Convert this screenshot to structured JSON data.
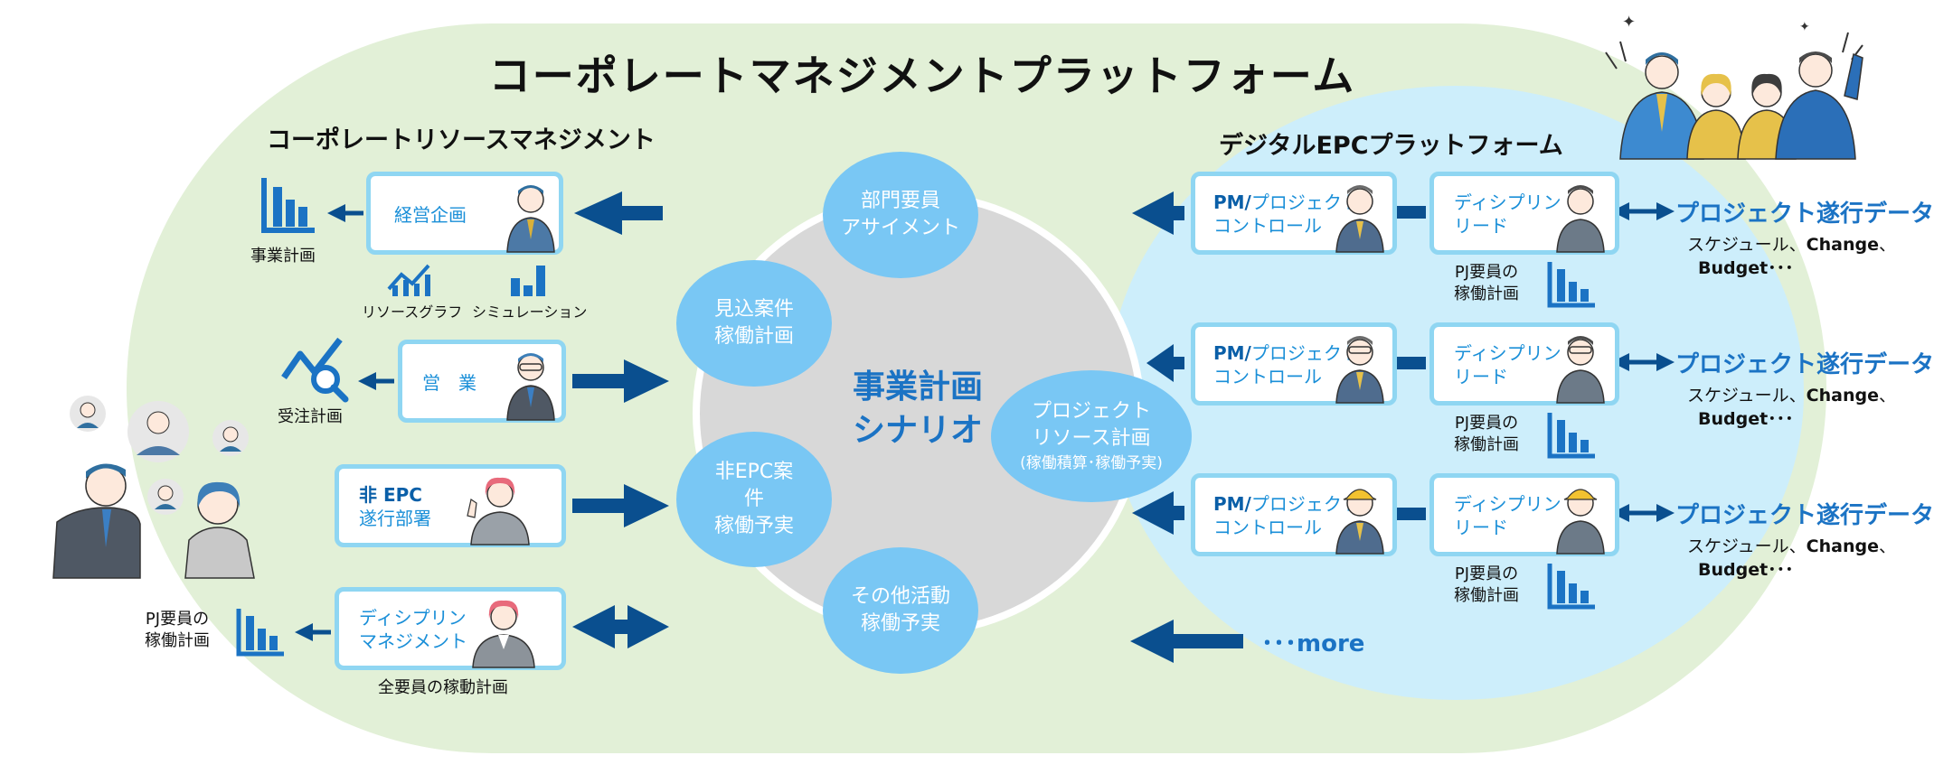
{
  "title": "コーポレートマネジメントプラットフォーム",
  "left_section": {
    "title": "コーポレートリソースマネジメント"
  },
  "right_section": {
    "title": "デジタルEPCプラットフォーム"
  },
  "center": {
    "line1": "事業計画",
    "line2": "シナリオ"
  },
  "bubbles": {
    "dept": [
      "部門要員",
      "アサイメント"
    ],
    "prospect": [
      "見込案件",
      "稼働計画"
    ],
    "non_epc": [
      "非EPC案",
      "件",
      "稼働予実"
    ],
    "other": [
      "その他活動",
      "稼働予実"
    ],
    "project": [
      "プロジェクト",
      "リソース計画",
      "(稼働積算･稼働予実)"
    ]
  },
  "left_cards": {
    "management": "経営企画",
    "sales": "営　業",
    "non_epc": {
      "bold": "非 EPC",
      "line2": "遂行部署"
    },
    "discipline": [
      "ディシプリン",
      "マネジメント"
    ]
  },
  "left_labels": {
    "business_plan": "事業計画",
    "resource_graph": "リソースグラフ",
    "simulation": "シミュレーション",
    "order_plan": "受注計画",
    "pj_staff": [
      "PJ要員の",
      "稼働計画"
    ],
    "all_staff": "全要員の稼動計画"
  },
  "right_rows": [
    {
      "pm": {
        "bold": "PM/",
        "rest1": "プロジェクト",
        "line2": "コントロール"
      },
      "lead": [
        "ディシプリン",
        "リード"
      ],
      "pj_staff": [
        "PJ要員の",
        "稼働計画"
      ],
      "link": "プロジェクト遂行データ",
      "sched1": "スケジュール、",
      "sched1b": "Change",
      "sched1c": "、",
      "sched2": "Budget･･･"
    },
    {
      "pm": {
        "bold": "PM/",
        "rest1": "プロジェクト",
        "line2": "コントロール"
      },
      "lead": [
        "ディシプリン",
        "リード"
      ],
      "pj_staff": [
        "PJ要員の",
        "稼働計画"
      ],
      "link": "プロジェクト遂行データ",
      "sched1": "スケジュール、",
      "sched1b": "Change",
      "sched1c": "、",
      "sched2": "Budget･･･"
    },
    {
      "pm": {
        "bold": "PM/",
        "rest1": "プロジェクト",
        "line2": "コントロール"
      },
      "lead": [
        "ディシプリン",
        "リード"
      ],
      "pj_staff": [
        "PJ要員の",
        "稼働計画"
      ],
      "link": "プロジェクト遂行データ",
      "sched1": "スケジュール、",
      "sched1b": "Change",
      "sched1c": "、",
      "sched2": "Budget･･･"
    }
  ],
  "more": "･･･more",
  "colors": {
    "arrow": "#0a4f8f",
    "bubble": "#79c7f4",
    "card_border": "#8fd6f2",
    "accent": "#1b73c4",
    "green": "#e2f0d7",
    "light_blue": "#cdeefb"
  }
}
